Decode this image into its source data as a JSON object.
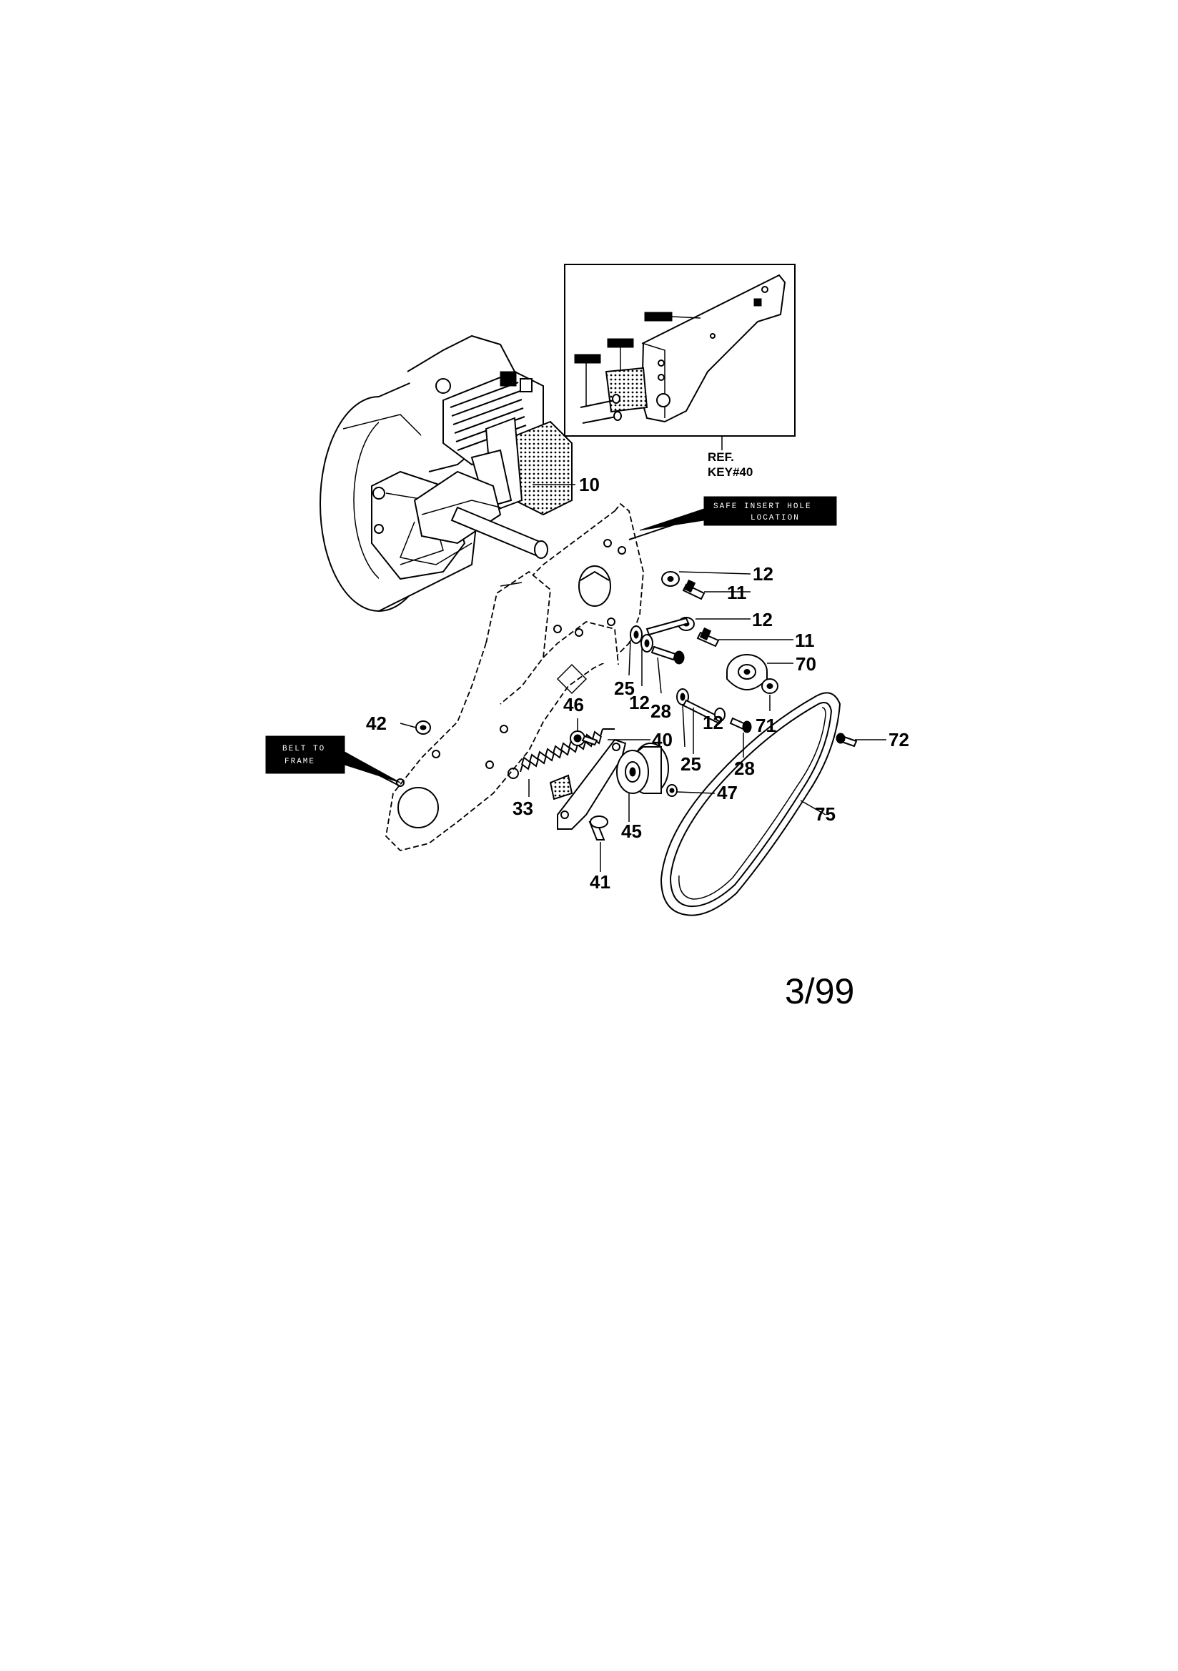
{
  "callouts": {
    "c10": "10",
    "c12a": "12",
    "c11a": "11",
    "c12b": "12",
    "c11b": "11",
    "c70": "70",
    "c25a": "25",
    "c12c": "12",
    "c28a": "28",
    "c46": "46",
    "c42": "42",
    "c40": "40",
    "c71": "71",
    "c72": "72",
    "c12d": "12",
    "c25b": "25",
    "c28b": "28",
    "c47": "47",
    "c33": "33",
    "c45": "45",
    "c75": "75",
    "c41": "41"
  },
  "inset": {
    "ref_line1": "REF.",
    "ref_line2": "KEY#40"
  },
  "notes": {
    "safe_hole_line1": "SAFE INSERT HOLE",
    "safe_hole_line2": "LOCATION",
    "frame_line1": "BELT TO",
    "frame_line2": "FRAME"
  },
  "page_number": "3/99"
}
